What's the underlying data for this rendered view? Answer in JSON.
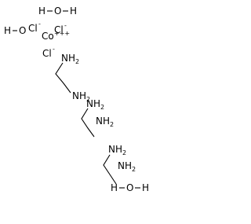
{
  "structure": {
    "water_top": {
      "h1": "H",
      "o": "O",
      "h2": "H"
    },
    "water_left": {
      "h": "H",
      "o": "O"
    },
    "chloride_1": {
      "symbol": "Cl",
      "charge": "-"
    },
    "cobalt": {
      "symbol": "Co",
      "charge": "+++"
    },
    "chloride_2": {
      "symbol": "Cl",
      "charge": "-"
    },
    "chloride_3": {
      "symbol": "Cl",
      "charge": "-"
    },
    "ethylenediamine": [
      {
        "nh2_top": {
          "symbol": "NH",
          "sub": "2"
        },
        "nh2_bottom": {
          "symbol": "NH",
          "sub": "2"
        }
      },
      {
        "nh2_top": {
          "symbol": "NH",
          "sub": "2"
        },
        "nh2_bottom": {
          "symbol": "NH",
          "sub": "2"
        }
      },
      {
        "nh2_top": {
          "symbol": "NH",
          "sub": "2"
        },
        "nh2_bottom": {
          "symbol": "NH",
          "sub": "2"
        }
      }
    ],
    "water_bottom": {
      "h1": "H",
      "o": "O",
      "h2": "H"
    }
  }
}
